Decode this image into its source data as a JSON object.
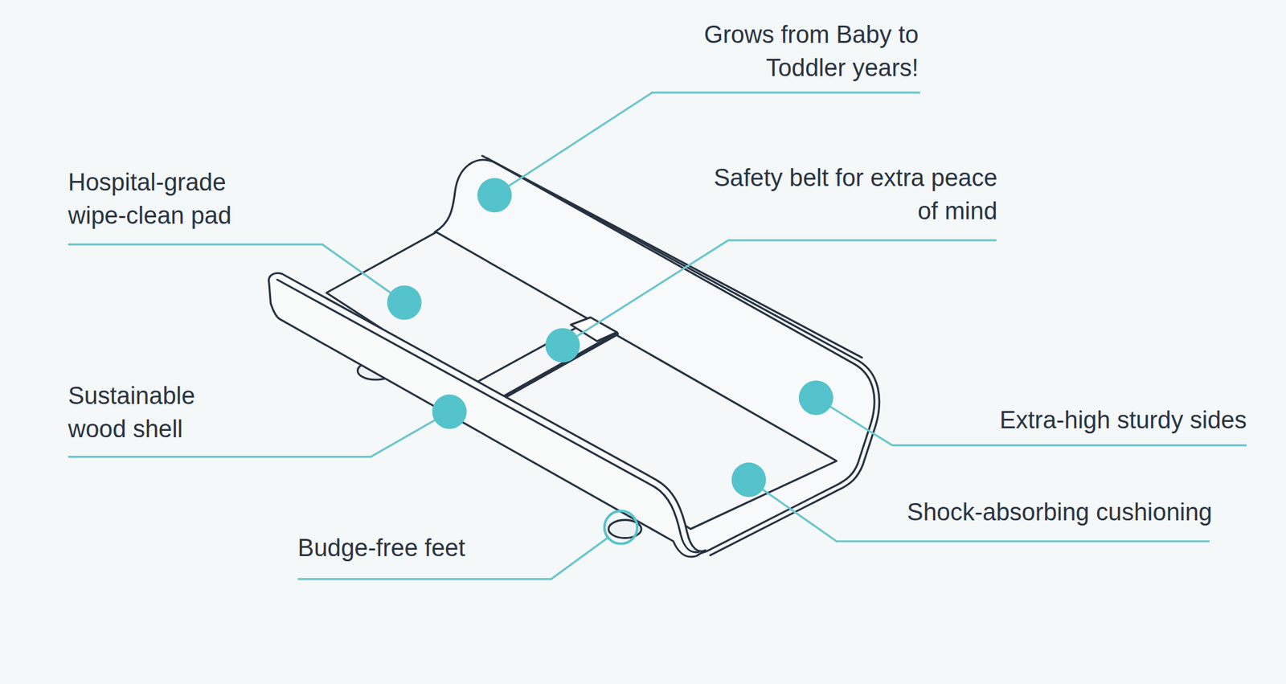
{
  "diagram": {
    "labels": [
      "Grows from Baby to Toddler years!",
      "Hospital-grade wipe-clean pad",
      "Safety belt for extra peace of mind",
      "Sustainable wood shell",
      "Extra-high sturdy sides",
      "Shock-absorbing cushioning",
      "Budge-free feet"
    ]
  }
}
